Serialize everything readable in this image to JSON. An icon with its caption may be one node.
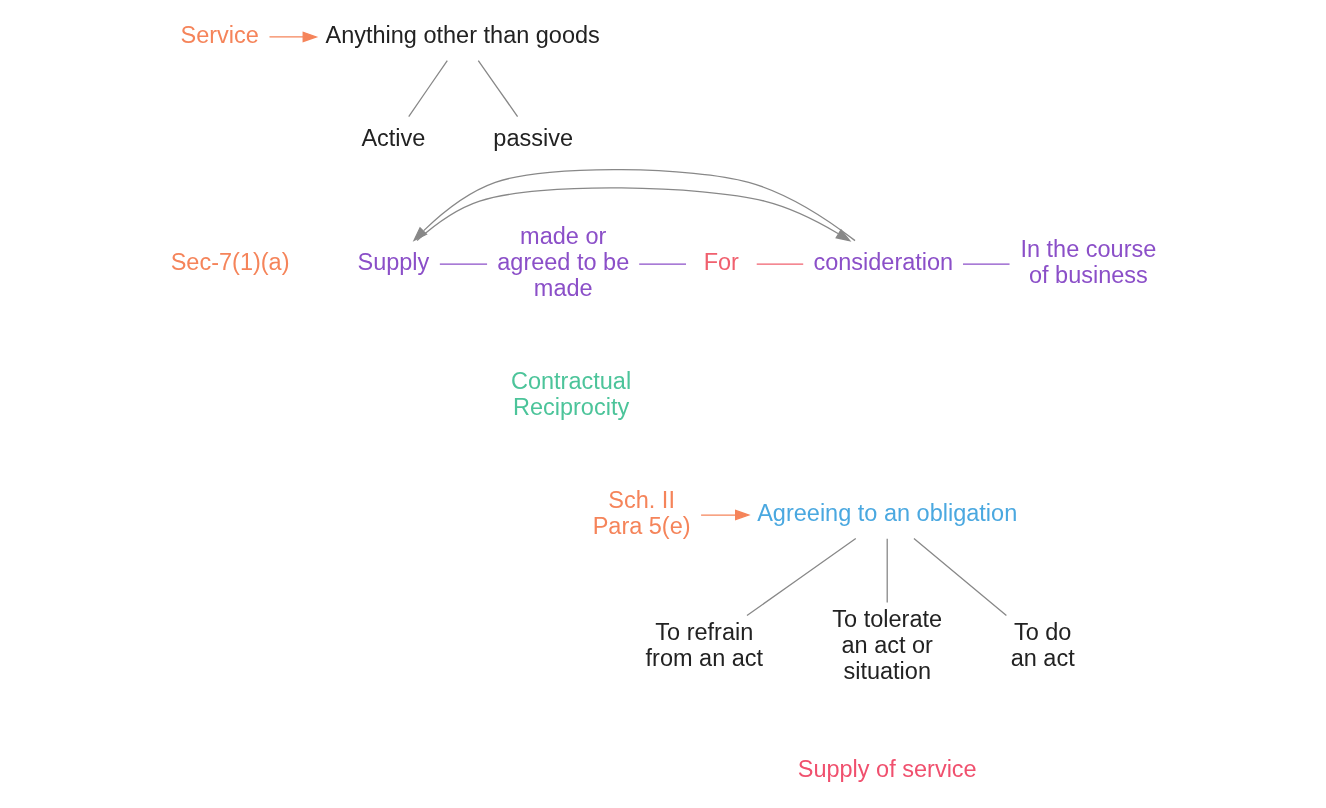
{
  "diagram": {
    "nodes": [
      {
        "text": [
          "Service"
        ]
      },
      {
        "text": [
          "Anything other than goods"
        ]
      },
      {
        "text": [
          "Active"
        ]
      },
      {
        "text": [
          "passive"
        ]
      },
      {
        "text": [
          "Supply"
        ]
      },
      {
        "text": [
          "made or agreed to be made"
        ]
      },
      {
        "text": [
          "For"
        ]
      },
      {
        "text": [
          "consideration"
        ]
      },
      {
        "text": [
          "In the course of business"
        ]
      },
      {
        "text": [
          "Sch. II Para 5(e)"
        ]
      },
      {
        "text": [
          "Agreeing to an obligation"
        ]
      },
      {
        "text": [
          "To refrain from an act"
        ]
      },
      {
        "text": [
          "To tolerate an act or situation"
        ]
      },
      {
        "text": [
          "To do an act"
        ]
      },
      {
        "text": [
          "Supply of service"
        ]
      }
    ],
    "edges": [
      {
        "from": 0,
        "to": 1,
        "arrow": "to",
        "color": "#f5845a"
      },
      {
        "from": 1,
        "to": 2,
        "arrow": "none"
      },
      {
        "from": 1,
        "to": 3,
        "arrow": "none"
      },
      {
        "from": 4,
        "to": 5,
        "arrow": "none",
        "color": "#8b4fc8"
      },
      {
        "from": 5,
        "to": 6,
        "arrow": "none",
        "color": "#8b4fc8"
      },
      {
        "from": 6,
        "to": 7,
        "arrow": "none",
        "color": "#f0606e"
      },
      {
        "from": 7,
        "to": 8,
        "arrow": "none",
        "color": "#8b4fc8"
      },
      {
        "from": 4,
        "to": 7,
        "arrow": "to"
      },
      {
        "from": 7,
        "to": 4,
        "arrow": "to"
      },
      {
        "from": 9,
        "to": 10,
        "arrow": "to",
        "color": "#f5845a"
      },
      {
        "from": 10,
        "to": 11,
        "arrow": "none"
      },
      {
        "from": 10,
        "to": 12,
        "arrow": "none"
      },
      {
        "from": 10,
        "to": 13,
        "arrow": "none"
      }
    ],
    "labels": [
      "Sec-7(1)(a)",
      "Contractual Reciprocity"
    ]
  }
}
